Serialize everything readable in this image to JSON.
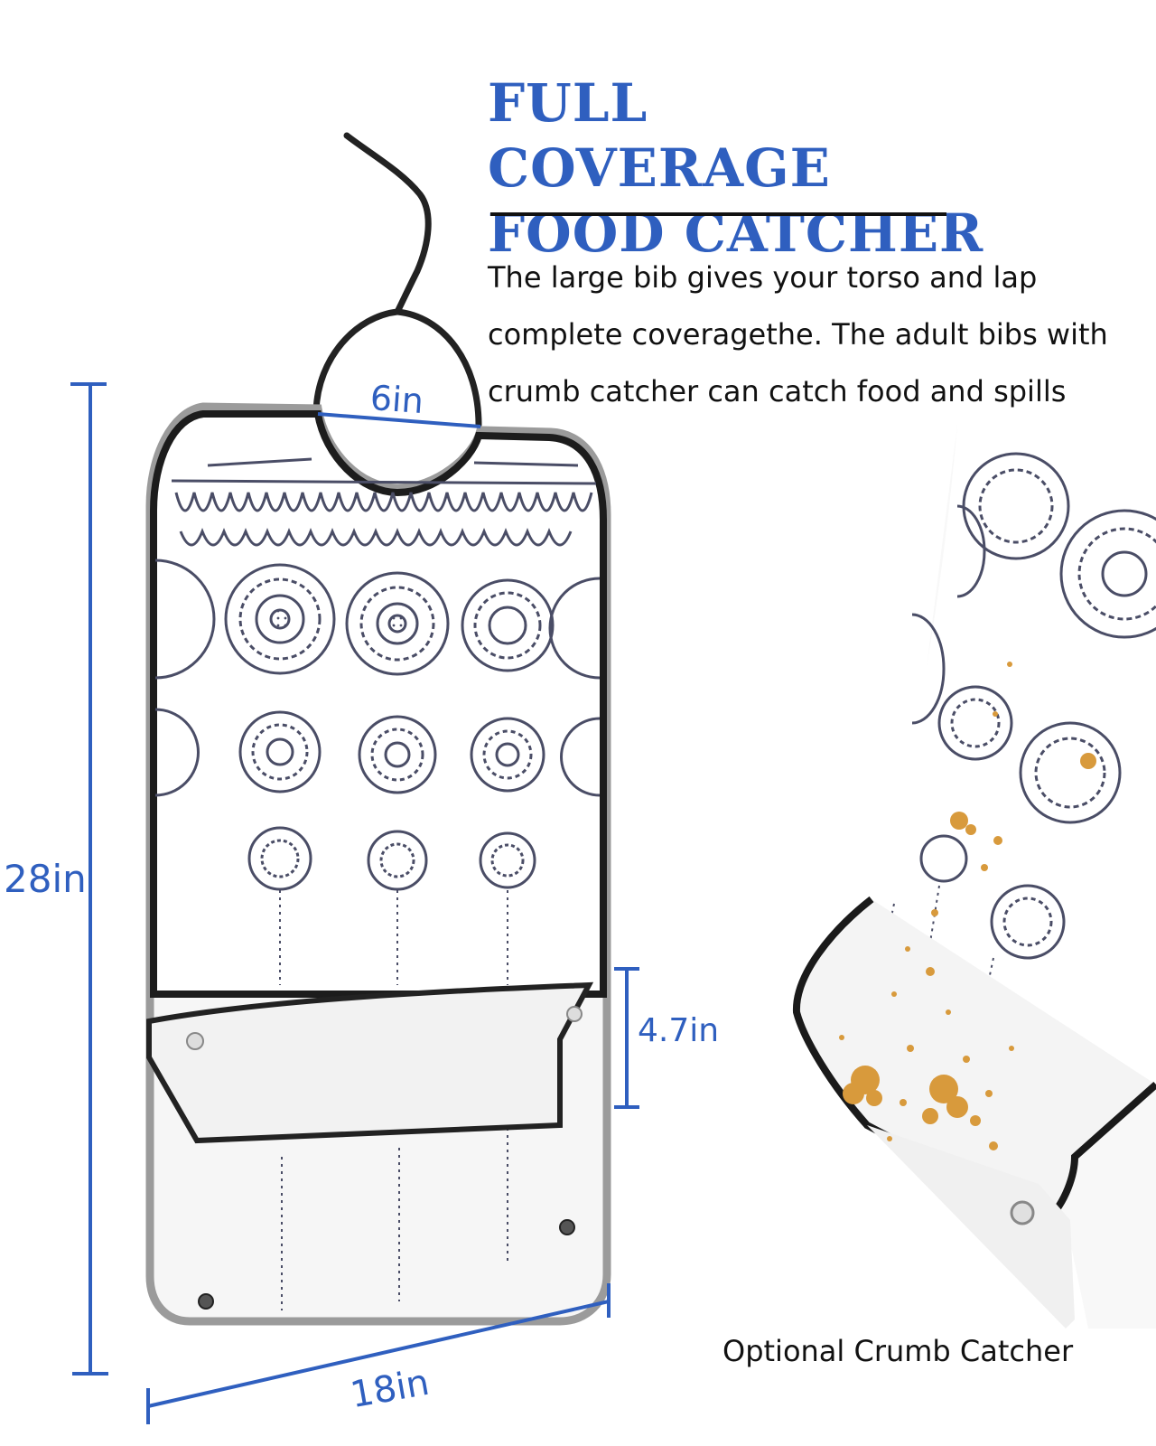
{
  "headline": {
    "line1": "FULL COVERAGE",
    "line2": "FOOD CATCHER"
  },
  "description": {
    "line1": "The large bib gives your torso and lap",
    "line2": "complete coveragethe. The adult bibs with",
    "line3": "crumb catcher can catch food and spills"
  },
  "dimensions": {
    "neck": "6in",
    "length": "28in",
    "pocket": "4.7in",
    "width": "18in"
  },
  "caption": "Optional Crumb Catcher",
  "colors": {
    "accent_blue": "#2f5fbf",
    "pattern": "#4a4d66",
    "trim": "#1a1a1a",
    "crumb": "#d89a3c"
  }
}
